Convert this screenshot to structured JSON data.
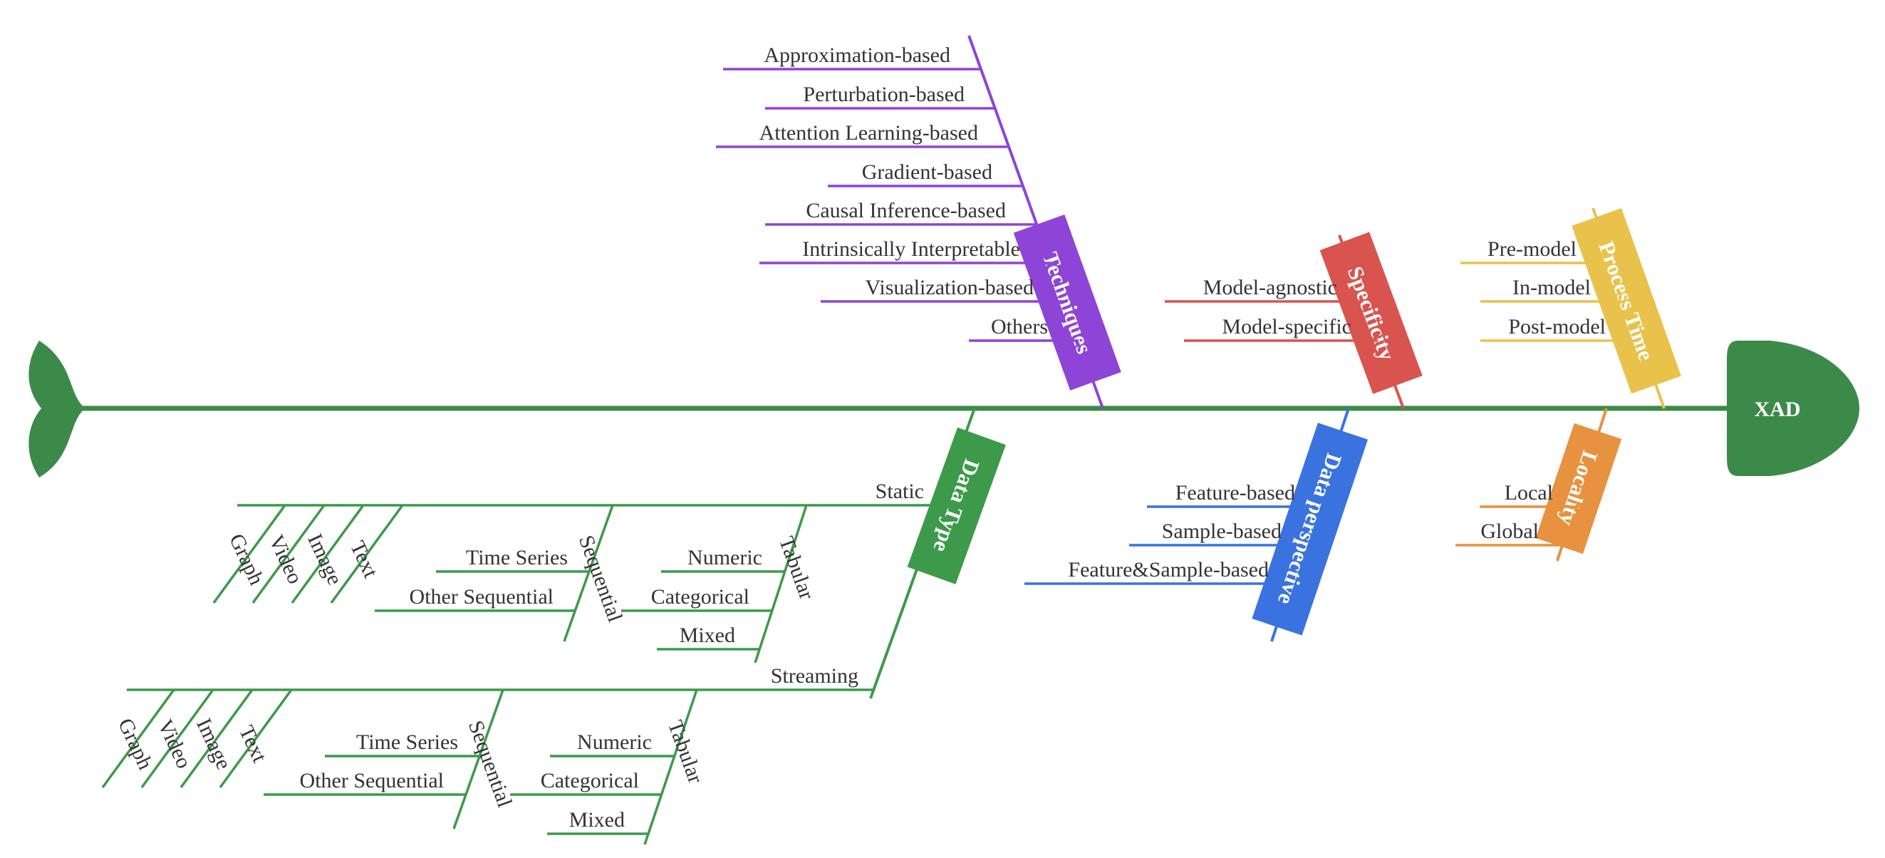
{
  "title": "XAD",
  "colors": {
    "spine": "#3c8a4a",
    "techniques": "#8e44d6",
    "specificity": "#d9534f",
    "process_time": "#e8c24a",
    "data_type": "#3c9a4a",
    "data_perspective": "#3a73e0",
    "locality": "#e8913e",
    "label_text": "#333333"
  },
  "categories": {
    "techniques": {
      "name": "Techniques",
      "items": [
        "Approximation-based",
        "Perturbation-based",
        "Attention Learning-based",
        "Gradient-based",
        "Causal Inference-based",
        "Intrinsically Interpretable",
        "Visualization-based",
        "Others"
      ]
    },
    "specificity": {
      "name": "Specificity",
      "items": [
        "Model-agnostic",
        "Model-specific"
      ]
    },
    "process_time": {
      "name": "Process Time",
      "items": [
        "Pre-model",
        "In-model",
        "Post-model"
      ]
    },
    "data_type": {
      "name": "Data Type",
      "groups": [
        {
          "name": "Static",
          "simple": [
            "Graph",
            "Video",
            "Image",
            "Text"
          ],
          "sequential": {
            "name": "Sequential",
            "items": [
              "Time Series",
              "Other Sequential"
            ]
          },
          "tabular": {
            "name": "Tabular",
            "items": [
              "Numeric",
              "Categorical",
              "Mixed"
            ]
          }
        },
        {
          "name": "Streaming",
          "simple": [
            "Graph",
            "Video",
            "Image",
            "Text"
          ],
          "sequential": {
            "name": "Sequential",
            "items": [
              "Time Series",
              "Other Sequential"
            ]
          },
          "tabular": {
            "name": "Tabular",
            "items": [
              "Numeric",
              "Categorical",
              "Mixed"
            ]
          }
        }
      ]
    },
    "data_perspective": {
      "name": "Data perspective",
      "items": [
        "Feature-based",
        "Sample-based",
        "Feature&Sample-based"
      ]
    },
    "locality": {
      "name": "Locality",
      "items": [
        "Local",
        "Global"
      ]
    }
  }
}
